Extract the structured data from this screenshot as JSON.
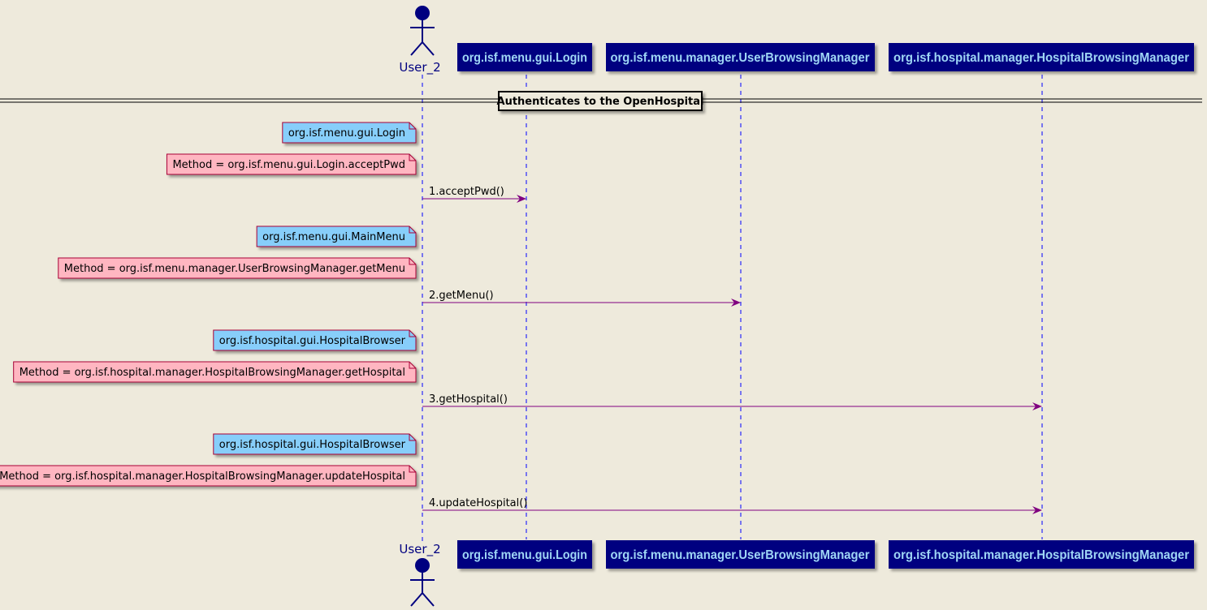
{
  "actor": {
    "name": "User_2"
  },
  "participants": [
    "org.isf.menu.gui.Login",
    "org.isf.menu.manager.UserBrowsingManager",
    "org.isf.hospital.manager.HospitalBrowsingManager"
  ],
  "divider": {
    "label": "Authenticates to the OpenHospital"
  },
  "steps": [
    {
      "class_note": "org.isf.menu.gui.Login",
      "method_note": "Method = org.isf.menu.gui.Login.acceptPwd",
      "message": "1.acceptPwd()",
      "target": 0
    },
    {
      "class_note": "org.isf.menu.gui.MainMenu",
      "method_note": "Method = org.isf.menu.manager.UserBrowsingManager.getMenu",
      "message": "2.getMenu()",
      "target": 1
    },
    {
      "class_note": "org.isf.hospital.gui.HospitalBrowser",
      "method_note": "Method = org.isf.hospital.manager.HospitalBrowsingManager.getHospital",
      "message": "3.getHospital()",
      "target": 2
    },
    {
      "class_note": "org.isf.hospital.gui.HospitalBrowser",
      "method_note": "Method = org.isf.hospital.manager.HospitalBrowsingManager.updateHospital",
      "message": "4.updateHospital()",
      "target": 2
    }
  ],
  "colors": {
    "background": "#EEEADC",
    "participant_fill": "#000080",
    "participant_text": "#9FD6F5",
    "actor": "#000080",
    "lifeline": "#0000FF",
    "class_note_fill": "#87CEFA",
    "method_note_fill": "#FFB6C1",
    "note_border": "#A80036",
    "message": "#800080"
  }
}
